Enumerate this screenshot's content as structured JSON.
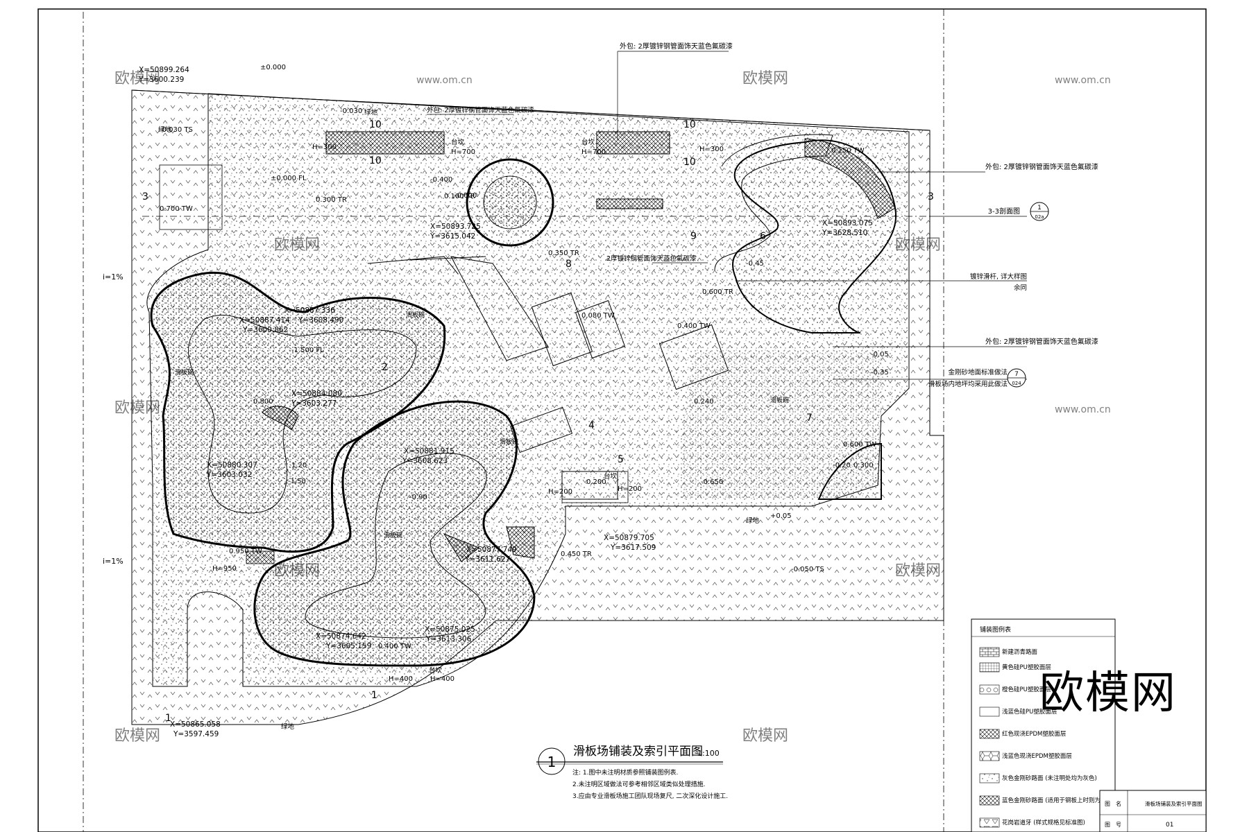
{
  "coords": [
    {
      "x": "X=50899.264",
      "y": "Y=3600.239"
    },
    {
      "x": "X=50893.725",
      "y": "Y=3615.042"
    },
    {
      "x": "X=50893.075",
      "y": "Y=3628.510"
    },
    {
      "x": "X=50887.336",
      "y": "Y=3608.490"
    },
    {
      "x": "X=50887.414",
      "y": "Y=3600.862"
    },
    {
      "x": "X=50884.080",
      "y": "Y=3603.277"
    },
    {
      "x": "X=50880.307",
      "y": "Y=3603.032"
    },
    {
      "x": "X=50881.915",
      "y": "Y=3608.623"
    },
    {
      "x": "X=50879.705",
      "y": "Y=3617.509"
    },
    {
      "x": "X=50877.749",
      "y": "Y=3611.627"
    },
    {
      "x": "X=50875.025",
      "y": "Y=3613.306"
    },
    {
      "x": "X=50874.642",
      "y": "Y=3605.159"
    },
    {
      "x": "X=50865.058",
      "y": "Y=3597.459"
    }
  ],
  "elevations": [
    "±0.000",
    "-0.030",
    "-0.030 TS",
    "0.300 TR",
    "±0.000 FL",
    "-0.400",
    "-0.600",
    "0.350 TR",
    "0.400 TW",
    "0.600 TR",
    "0.700 TW",
    "0.950 TW",
    "0.600 TW",
    "-1.500 FL",
    "1.20",
    "-1.50",
    "-0.20",
    "0.080 TW",
    "0.100 TR",
    "0.150 TW",
    "0.200",
    "0.240",
    "-0.05",
    "-0.35",
    "+0.05",
    "-0.050 TS",
    "0.450 TR",
    "0.400 TW",
    "-0.45",
    "-0.650",
    "0.800",
    "0.300",
    "-0.90"
  ],
  "slopes": [
    "i=1%",
    "i=1%"
  ],
  "heights": [
    "H=300",
    "H=700",
    "H=700",
    "H=300",
    "H=400",
    "H=400",
    "H=950",
    "H=200",
    "H=200"
  ],
  "plaza_labels": [
    "台坎",
    "台坎",
    "台坎",
    "台坎",
    "绿地",
    "绿地",
    "绿地",
    "绿地"
  ],
  "bowl_labels": [
    "滑板碗",
    "滑板碗",
    "滑板碗",
    "滑板碗",
    "滑板碗"
  ],
  "annotations": {
    "top": "外包: 2厚镀锌钢管面饰天蓝色氟碳漆",
    "inner1": "外包: 2厚镀锌钢管面饰天蓝色氟碳漆",
    "inner2": "2厚镀锌钢管面饰天蓝色氟碳漆",
    "right1": "外包: 2厚镀锌钢管面饰天蓝色氟碳漆",
    "right2_a": "镀锌滑杆, 详大样图",
    "right2_b": "余同",
    "right3": "外包: 2厚镀锌钢管面饰天蓝色氟碳漆",
    "right4_a": "金刚砂地面标准做法",
    "right4_b": "滑板场内地坪均采用此做法",
    "section_ref": "3-3剖面图",
    "section_ref_num": "1",
    "section_ref_sheet": "02a",
    "ref7_num": "7",
    "ref7_sheet": "024"
  },
  "section_markers": [
    "10",
    "10",
    "10",
    "10",
    "3",
    "3",
    "1",
    "1",
    "2",
    "4",
    "5",
    "6",
    "7",
    "8",
    "9"
  ],
  "title": {
    "num": "1",
    "text": "滑板场铺装及索引平面图",
    "scale": "1:100"
  },
  "notes": [
    "注: 1.图中未注明材质参照铺装图例表.",
    "2.未注明区域做法可参考相邻区域类似处理措施.",
    "3.应由专业滑板场施工团队现场复尺, 二次深化设计施工."
  ],
  "legend": {
    "title": "铺装图例表",
    "items": [
      "黄色硅PU塑胶面层",
      "橙色硅PU塑胶面层",
      "浅蓝色硅PU塑胶面层",
      "红色现浇EPDM塑胶面层",
      "浅蓝色现浇EPDM塑胶面层",
      "灰色金刚砂路面 (未注明处均为灰色)",
      "蓝色金刚砂路面 (适用于钢板上时则为氟碳漆)",
      "花岗岩道牙 (样式规格见标准图)",
      "新建沥青路面"
    ]
  },
  "titleblock": {
    "label1": "图",
    "label2": "名",
    "name": "滑板场铺装及索引平面图",
    "label3": "图",
    "label4": "号",
    "number": "01"
  },
  "watermarks": [
    "欧模网",
    "www.om.cn"
  ],
  "logo": "欧模网"
}
